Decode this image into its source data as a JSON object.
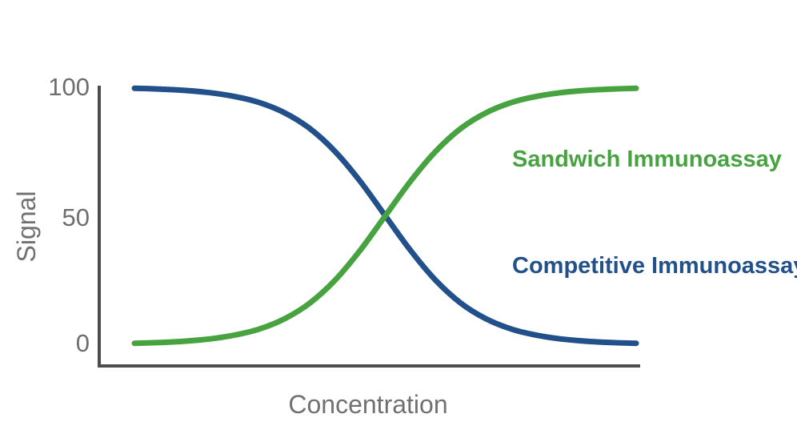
{
  "figure": {
    "y_axis_label": "Signal",
    "x_axis_label": "Concentration",
    "y_ticks": [
      "100",
      "50",
      "0"
    ]
  },
  "chart_data": {
    "type": "line",
    "title": "",
    "xlabel": "Concentration",
    "ylabel": "Signal",
    "ylim": [
      0,
      100
    ],
    "yticks": [
      0,
      50,
      100
    ],
    "x_axis_note": "Concentration axis has no numeric tick labels; x values below are relative units 0-10",
    "grid": false,
    "legend_position": "in-plot text annotations",
    "x": [
      0,
      0.5,
      1,
      1.5,
      2,
      2.5,
      3,
      3.5,
      4,
      4.5,
      5,
      5.5,
      6,
      6.5,
      7,
      7.5,
      8,
      8.5,
      9,
      9.5,
      10
    ],
    "series": [
      {
        "name": "Competitive Immunoassay",
        "shape": "decreasing sigmoid",
        "color": "#21508a",
        "values": [
          99.6,
          99.3,
          98.8,
          97.9,
          96.4,
          94.0,
          90.0,
          83.9,
          75.0,
          63.4,
          50.0,
          36.6,
          25.0,
          16.1,
          10.0,
          6.0,
          3.6,
          2.1,
          1.2,
          0.7,
          0.4
        ]
      },
      {
        "name": "Sandwich Immunoassay",
        "shape": "increasing sigmoid",
        "color": "#46a33f",
        "values": [
          0.4,
          0.7,
          1.2,
          2.1,
          3.6,
          6.0,
          10.0,
          16.1,
          25.0,
          36.6,
          50.0,
          63.4,
          75.0,
          83.9,
          90.0,
          94.0,
          96.4,
          97.9,
          98.8,
          99.3,
          99.6
        ]
      }
    ],
    "crossover_signal": 50,
    "axis_color": "#4d4d4d"
  }
}
